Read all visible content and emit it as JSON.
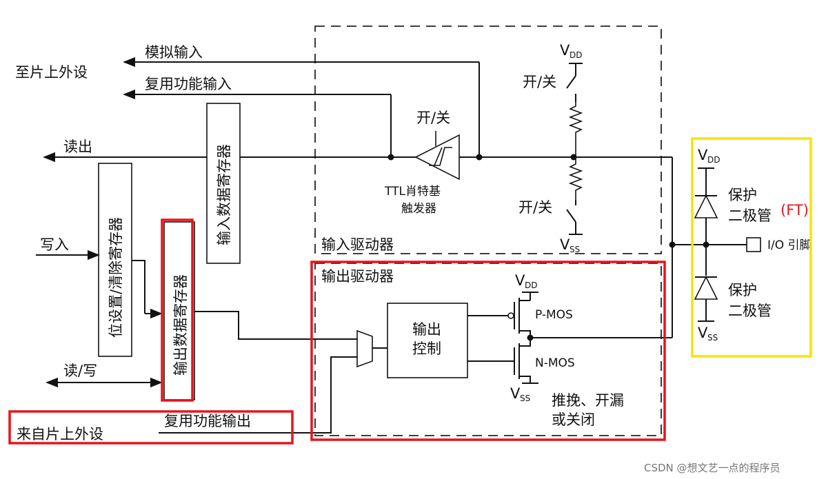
{
  "labels": {
    "to_onchip_peripheral": "至片上外设",
    "analog_input": "模拟输入",
    "alt_func_input": "复用功能输入",
    "read_out": "读出",
    "write_in": "写入",
    "read_write": "读/写",
    "from_onchip_peripheral": "来自片上外设",
    "alt_func_output": "复用功能输出",
    "input_data_register": "输入数据寄存器",
    "bit_set_reset_register": "位设置/清除寄存器",
    "output_data_register": "输出数据寄存器",
    "on_off_schmitt": "开/关",
    "ttl_schmitt_line1": "TTL肖特基",
    "ttl_schmitt_line2": "触发器",
    "on_off_top": "开/关",
    "on_off_bottom": "开/关",
    "input_driver": "输入驱动器",
    "output_driver": "输出驱动器",
    "output_control_line1": "输出",
    "output_control_line2": "控制",
    "p_mos": "P-MOS",
    "n_mos": "N-MOS",
    "mode_line1": "推挽、开漏",
    "mode_line2": "或关闭",
    "protect_diode_top_line1": "保护",
    "protect_diode_top_line2": "二极管",
    "protect_diode_bottom_line1": "保护",
    "protect_diode_bottom_line2": "二极管",
    "ft": "(FT)",
    "io_pin": "I/O 引脚",
    "vdd_main": "V",
    "vdd_sub": "DD",
    "vss_main": "V",
    "vss_sub": "SS",
    "watermark": "CSDN @想文艺一点的程序员"
  },
  "colors": {
    "highlight_red": "#e8141b",
    "highlight_yellow": "#f5e400",
    "ft_red": "#e8141b"
  }
}
